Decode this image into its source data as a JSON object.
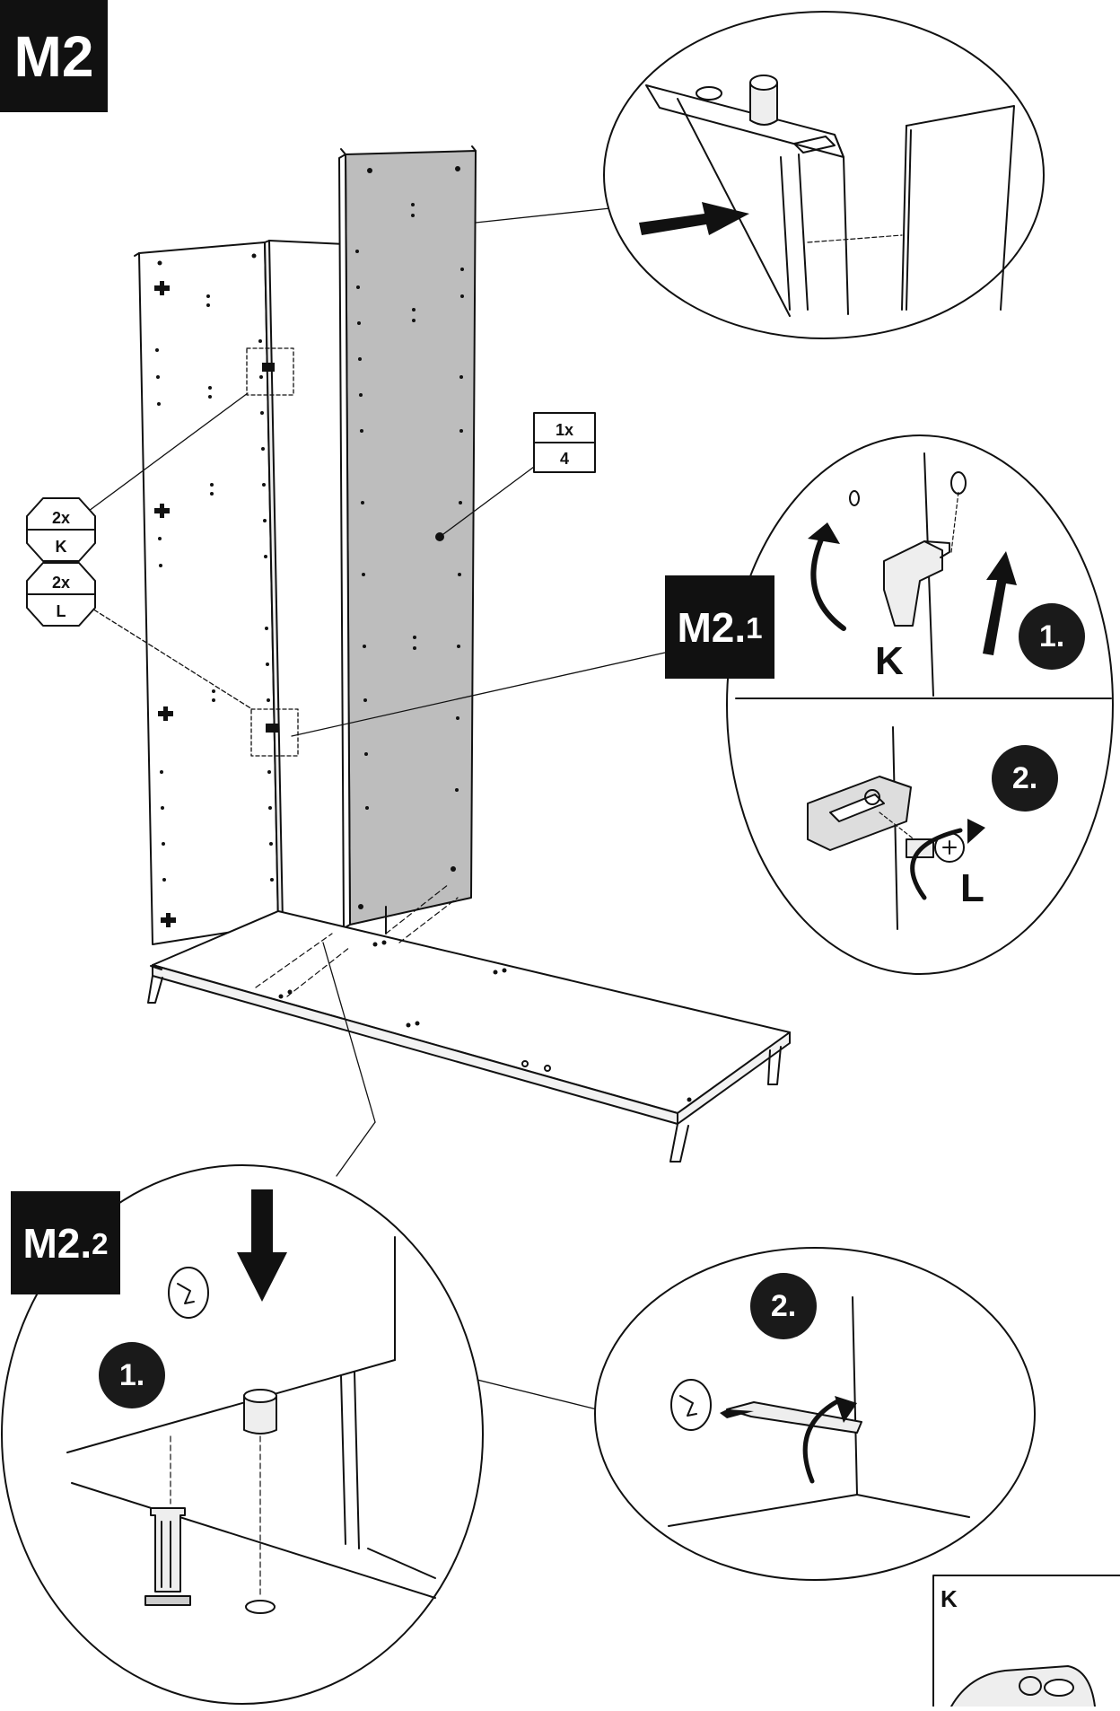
{
  "steps": {
    "main": {
      "prefix": "M2",
      "suffix": ""
    },
    "sub1": {
      "prefix": "M2.",
      "suffix": "1"
    },
    "sub2": {
      "prefix": "M2.",
      "suffix": "2"
    }
  },
  "badges": {
    "sub1_step1": "1.",
    "sub1_step2": "2.",
    "sub2_step1": "1.",
    "sub2_step2": "2."
  },
  "part_tags": {
    "panel": {
      "qty": "1x",
      "id": "4"
    },
    "k": {
      "qty": "2x",
      "id": "K"
    },
    "l": {
      "qty": "2x",
      "id": "L"
    }
  },
  "detail_letters": {
    "k": "K",
    "l": "L"
  },
  "inset_label": "K",
  "colors": {
    "ink": "#111111",
    "panel_fill": "#bdbdbd",
    "label_bg": "#111111",
    "badge_bg": "#1a1a1a"
  }
}
